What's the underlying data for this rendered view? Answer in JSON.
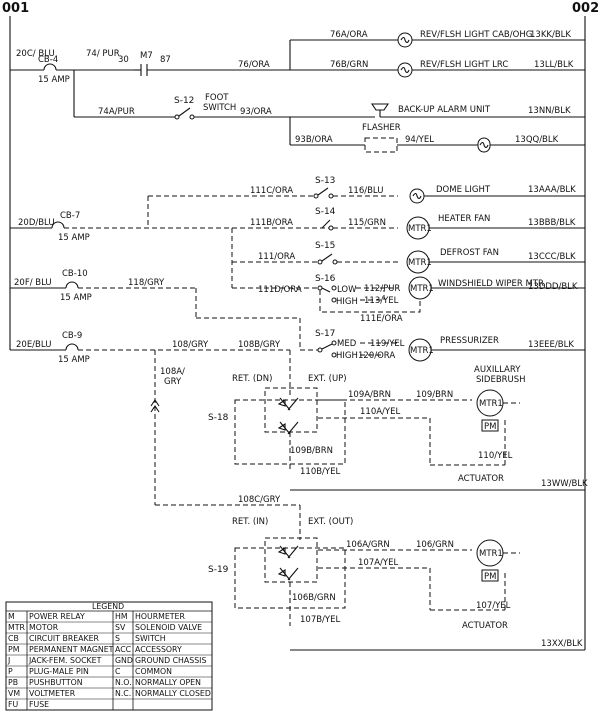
{
  "page": {
    "left_ref": "001",
    "right_ref": "002"
  },
  "feeds": {
    "f1": {
      "wire": "20C/ BLU",
      "cb": "CB-4",
      "amp": "15 AMP"
    },
    "f2": {
      "wire": "20D/BLU",
      "cb": "CB-7",
      "amp": "15 AMP"
    },
    "f3": {
      "wire": "20F/ BLU",
      "cb": "CB-10",
      "amp": "15 AMP"
    },
    "f4": {
      "wire": "20E/BLU",
      "cb": "CB-9",
      "amp": "15 AMP"
    }
  },
  "relay": {
    "in_wire": "74/ PUR",
    "pin_a": "30",
    "name": "M7",
    "pin_b": "87",
    "out_wire": "76/ORA"
  },
  "loads": [
    {
      "in_wire": "76A/ORA",
      "label": "REV/FLSH LIGHT CAB/OHG",
      "ground": "13KK/BLK"
    },
    {
      "in_wire": "76B/GRN",
      "label": "REV/FLSH LIGHT LRC",
      "ground": "13LL/BLK"
    },
    {
      "in_wire": "93/ORA",
      "label": "BACK-UP ALARM UNIT",
      "ground": "13NN/BLK"
    },
    {
      "in_wire": "94/YEL",
      "label": "",
      "ground": "13QQ/BLK"
    },
    {
      "in_wire": "116/BLU",
      "label": "DOME LIGHT",
      "ground": "13AAA/BLK"
    },
    {
      "in_wire": "115/GRN",
      "label": "HEATER FAN",
      "ground": "13BBB/BLK"
    },
    {
      "in_wire": "",
      "label": "DEFROST FAN",
      "ground": "13CCC/BLK"
    },
    {
      "in_wire": "",
      "label": "WINDSHIELD WIPER MTR",
      "ground": "13DDD/BLK"
    },
    {
      "in_wire": "",
      "label": "PRESSURIZER",
      "ground": "13EEE/BLK"
    }
  ],
  "switches": {
    "s12": {
      "name": "S-12",
      "title1": "FOOT",
      "title2": "SWITCH",
      "in_wire": "74A/PUR"
    },
    "s13": {
      "name": "S-13",
      "in_wire": "111C/ORA"
    },
    "s14": {
      "name": "S-14",
      "in_wire": "111B/ORA"
    },
    "s15": {
      "name": "S-15",
      "in_wire": "111/ORA"
    },
    "s16": {
      "name": "S-16",
      "in_wire": "111D/ORA",
      "low": "LOW",
      "high": "HIGH",
      "wire_low": "112/PUR",
      "wire_high": "113/YEL",
      "wire_common": "111E/ORA"
    },
    "s17": {
      "name": "S-17",
      "med": "MED",
      "high": "HIGH",
      "wire_med": "119/YEL",
      "wire_high": "120/ORA"
    }
  },
  "flasher": {
    "label": "FLASHER",
    "in_wire": "93B/ORA"
  },
  "wires": {
    "w118": "118/GRY",
    "w108": "108/GRY",
    "w108b": "108B/GRY",
    "w108a1": "108A/",
    "w108a2": "GRY",
    "w108c": "108C/GRY"
  },
  "brush": {
    "aux1": "AUXILLARY",
    "aux2": "SIDEBRUSH",
    "s18": {
      "name": "S-18",
      "ret": "RET. (DN)",
      "ext": "EXT. (UP)",
      "w109a": "109A/BRN",
      "w109": "109/BRN",
      "w110a": "110A/YEL",
      "w109b": "109B/BRN",
      "w110b": "110B/YEL",
      "w110": "110/YEL",
      "actuator": "ACTUATOR",
      "ground": "13WW/BLK"
    },
    "s19": {
      "name": "S-19",
      "ret": "RET. (IN)",
      "ext": "EXT. (OUT)",
      "w106a": "106A/GRN",
      "w106": "106/GRN",
      "w107a": "107A/YEL",
      "w106b": "106B/GRN",
      "w107b": "107B/YEL",
      "w107": "107/YEL",
      "actuator": "ACTUATOR",
      "ground": "13XX/BLK"
    }
  },
  "symbols": {
    "mtr": "MTR1",
    "pm": "PM"
  },
  "legend": {
    "title": "LEGEND",
    "rows": [
      [
        "M",
        "POWER RELAY",
        "HM",
        "HOURMETER"
      ],
      [
        "MTR",
        "MOTOR",
        "SV",
        "SOLENOID VALVE"
      ],
      [
        "CB",
        "CIRCUIT BREAKER",
        "S",
        "SWITCH"
      ],
      [
        "PM",
        "PERMANENT MAGNET",
        "ACC",
        "ACCESSORY"
      ],
      [
        "J",
        "JACK-FEM. SOCKET",
        "GND",
        "GROUND CHASSIS"
      ],
      [
        "P",
        "PLUG-MALE PIN",
        "C",
        "COMMON"
      ],
      [
        "PB",
        "PUSHBUTTON",
        "N.O.",
        "NORMALLY OPEN"
      ],
      [
        "VM",
        "VOLTMETER",
        "N.C.",
        "NORMALLY CLOSED"
      ],
      [
        "FU",
        "FUSE",
        "",
        ""
      ]
    ]
  }
}
